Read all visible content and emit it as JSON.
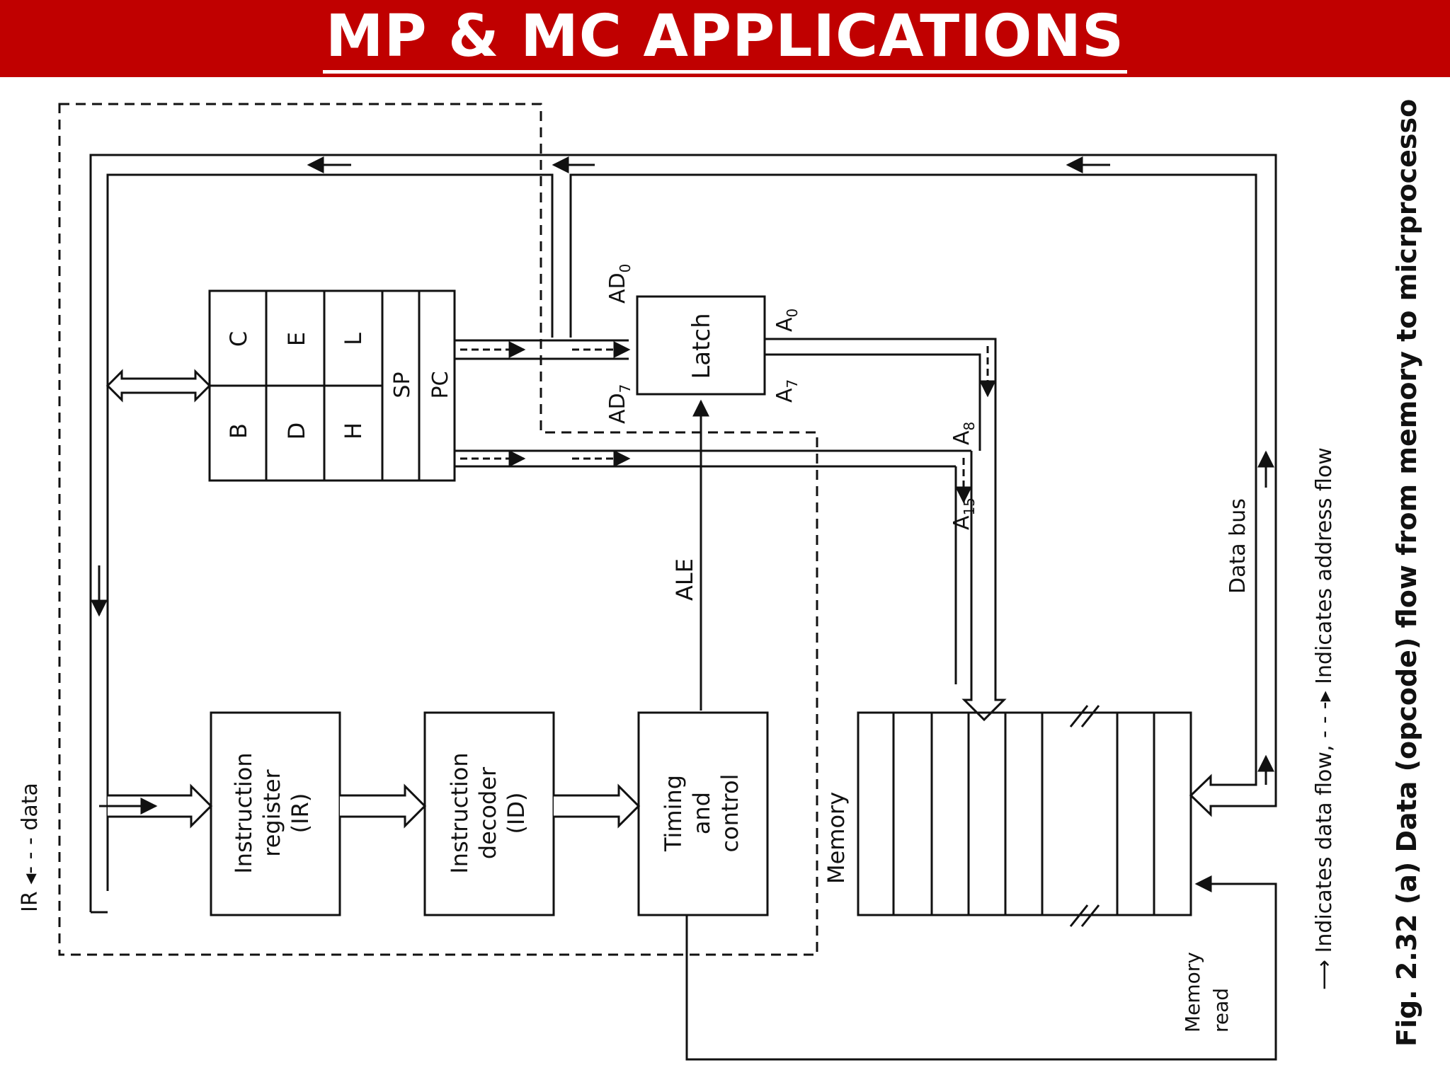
{
  "header": {
    "title": "MP & MC APPLICATIONS",
    "bg_color": "#c00000"
  },
  "diagram": {
    "registers": [
      "B",
      "C",
      "D",
      "E",
      "H",
      "L",
      "SP",
      "PC"
    ],
    "blocks": {
      "ir": [
        "Instruction",
        "register",
        "(IR)"
      ],
      "id": [
        "Instruction",
        "decoder",
        "(ID)"
      ],
      "tc": [
        "Timing",
        "and",
        "control"
      ],
      "latch": "Latch"
    },
    "signals": {
      "ad0": "AD",
      "ad0_sub": "0",
      "ad7": "AD",
      "ad7_sub": "7",
      "a0": "A",
      "a0_sub": "0",
      "a7": "A",
      "a7_sub": "7",
      "a8": "A",
      "a8_sub": "8",
      "a15": "A",
      "a15_sub": "15",
      "ale": "ALE",
      "data_bus": "Data bus",
      "memory": "Memory",
      "memory_read": [
        "Memory",
        "read"
      ],
      "ir_note": "IR ◂- - -  data"
    },
    "legend": "⟶ Indicates data flow,   - - -▸ Indicates address flow",
    "caption": "Fig. 2.32 (a) Data (opcode) flow from memory to micrprocesso"
  }
}
